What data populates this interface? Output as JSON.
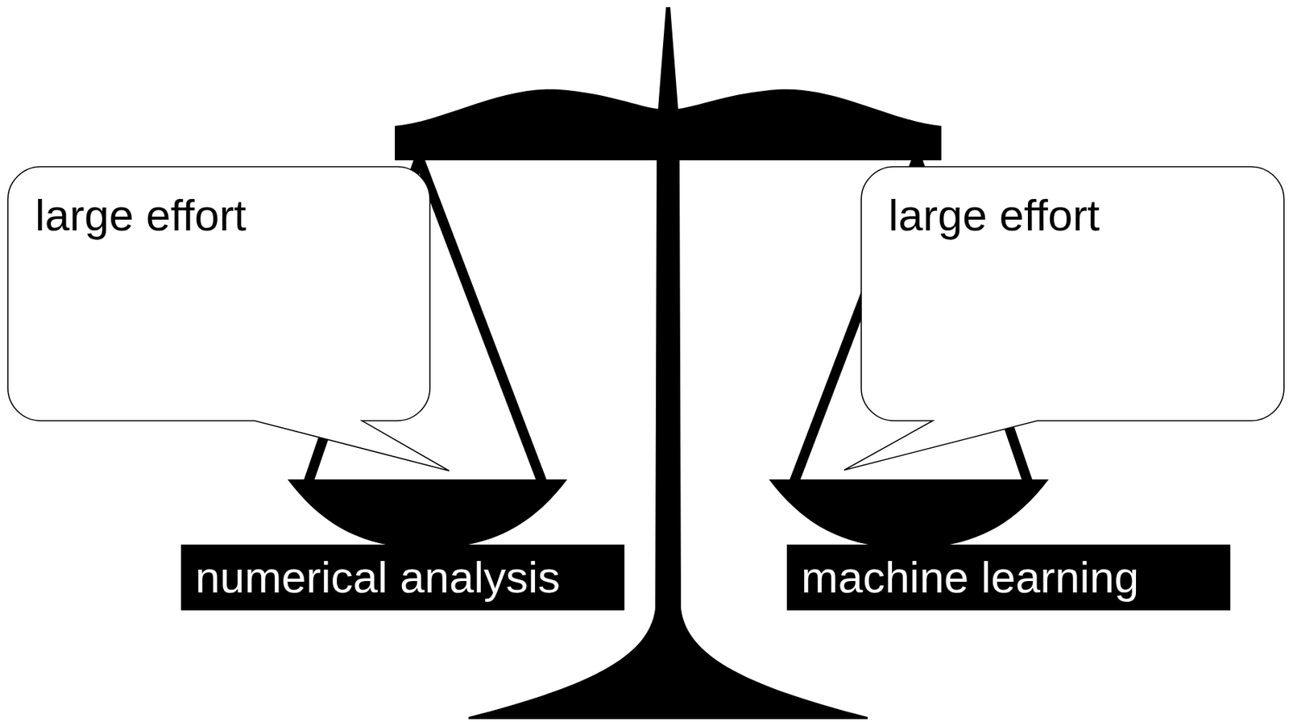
{
  "diagram": {
    "nodes": [
      {
        "text": [
          "large effort"
        ]
      },
      {
        "text": [
          "large effort"
        ]
      },
      {
        "text": [
          "numerical analysis"
        ]
      },
      {
        "text": [
          "machine learning"
        ]
      }
    ]
  }
}
